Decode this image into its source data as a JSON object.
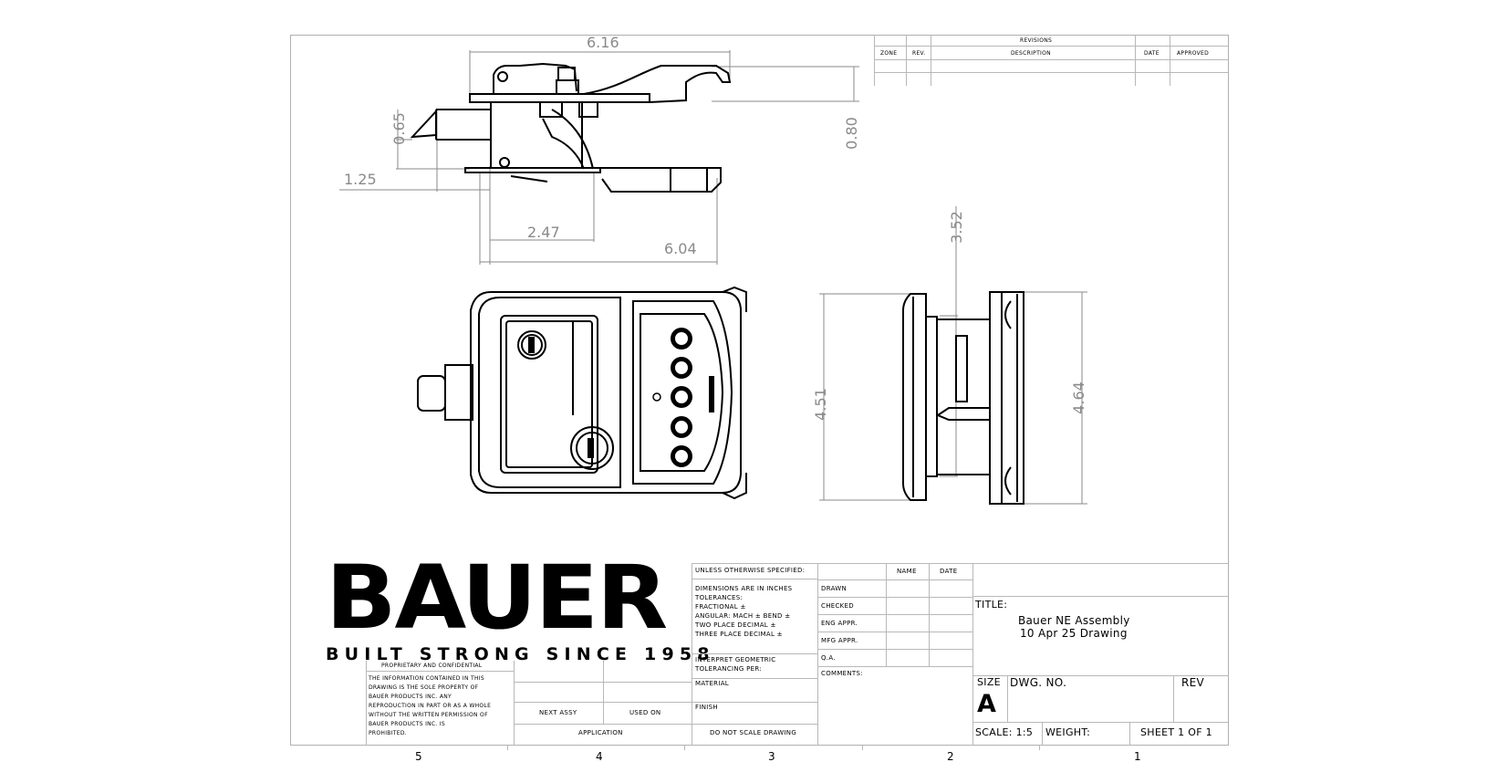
{
  "revisions_table": {
    "title": "REVISIONS",
    "headers": [
      "ZONE",
      "REV.",
      "DESCRIPTION",
      "DATE",
      "APPROVED"
    ],
    "rows": []
  },
  "dimensions": {
    "top_view": {
      "overall_width": "6.16",
      "height_right": "0.80",
      "height_left": "0.65",
      "offset_left": "1.25",
      "body_width": "2.47",
      "base_width": "6.04"
    },
    "front_view": {},
    "side_view": {
      "depth": "3.52",
      "height_left": "4.51",
      "height_right": "4.64"
    }
  },
  "logo": {
    "brand": "BAUER",
    "tagline": "BUILT STRONG SINCE 1958"
  },
  "proprietary": {
    "heading": "PROPRIETARY AND CONFIDENTIAL",
    "body_lines": [
      "THE INFORMATION CONTAINED IN THIS",
      "DRAWING IS THE SOLE PROPERTY OF",
      "BAUER PRODUCTS INC. ANY",
      "REPRODUCTION IN PART OR AS A WHOLE",
      "WITHOUT THE WRITTEN PERMISSION OF",
      "BAUER PRODUCTS INC. IS",
      "PROHIBITED."
    ]
  },
  "application_block": {
    "next_assy": "NEXT ASSY",
    "used_on": "USED ON",
    "application": "APPLICATION"
  },
  "tolerance_block": {
    "unless": "UNLESS OTHERWISE SPECIFIED:",
    "dims_in": "DIMENSIONS ARE IN INCHES",
    "tolerances": "TOLERANCES:",
    "fractional": "FRACTIONAL ±",
    "angular": "ANGULAR: MACH ±   BEND ±",
    "two_place": "TWO PLACE DECIMAL   ±",
    "three_place": "THREE PLACE DECIMAL  ±",
    "interpret1": "INTERPRET GEOMETRIC",
    "interpret2": "TOLERANCING PER:",
    "material": "MATERIAL",
    "finish": "FINISH",
    "do_not_scale": "DO NOT SCALE DRAWING"
  },
  "approval_block": {
    "col_name": "NAME",
    "col_date": "DATE",
    "rows": [
      "DRAWN",
      "CHECKED",
      "ENG APPR.",
      "MFG APPR.",
      "Q.A."
    ],
    "comments": "COMMENTS:"
  },
  "title_block": {
    "title_label": "TITLE:",
    "title_line1": "Bauer NE Assembly",
    "title_line2": "10 Apr 25 Drawing",
    "size_label": "SIZE",
    "size_value": "A",
    "dwg_no_label": "DWG.  NO.",
    "rev_label": "REV",
    "scale": "SCALE: 1:5",
    "weight": "WEIGHT:",
    "sheet": "SHEET 1 OF 1"
  },
  "zones": [
    "5",
    "4",
    "3",
    "2",
    "1"
  ]
}
